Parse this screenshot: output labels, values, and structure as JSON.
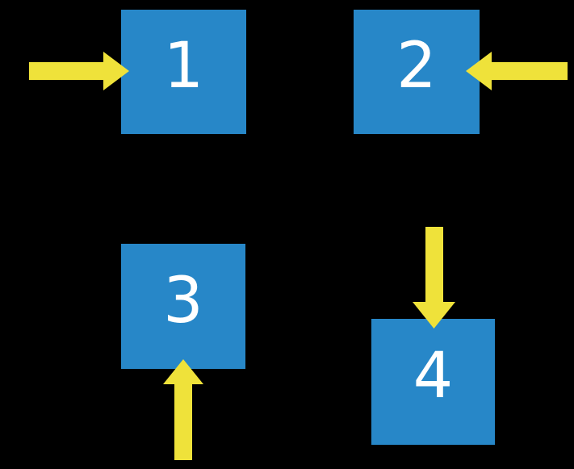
{
  "colors": {
    "background": "#000000",
    "square_fill": "#2787C8",
    "arrow_fill": "#EFE23A",
    "label_color": "#FFFFFF"
  },
  "boxes": [
    {
      "label": "1",
      "arrow_direction": "right",
      "arrow_enters_from": "left"
    },
    {
      "label": "2",
      "arrow_direction": "left",
      "arrow_enters_from": "right"
    },
    {
      "label": "3",
      "arrow_direction": "up",
      "arrow_enters_from": "bottom"
    },
    {
      "label": "4",
      "arrow_direction": "down",
      "arrow_enters_from": "top"
    }
  ]
}
